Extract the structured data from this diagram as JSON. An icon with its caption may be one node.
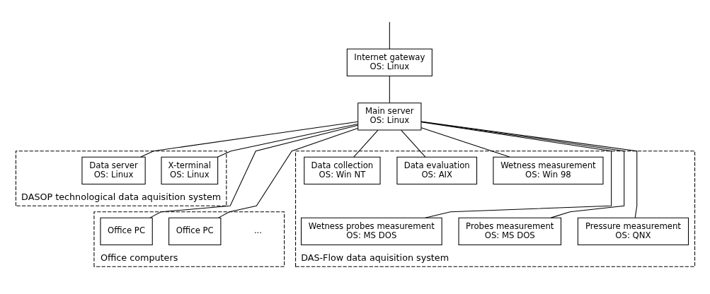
{
  "diagram": {
    "nodes": [
      {
        "text": [
          "DASOP technological data aquisition system"
        ]
      },
      {
        "text": [
          "X-terminal",
          "OS: Linux"
        ],
        "in": 0
      },
      {
        "text": [
          "Data server",
          "OS: Linux"
        ],
        "in": 0
      },
      {
        "text": [
          "Internet gateway",
          "OS: Linux"
        ]
      },
      {
        "text": [
          "Main server",
          "OS: Linux"
        ]
      },
      {
        "text": [
          "Office computers"
        ]
      },
      {
        "text": [
          "Office PC"
        ],
        "in": 5
      },
      {
        "text": [
          "Office PC"
        ],
        "in": 5
      },
      {
        "text": [
          "DAS-Flow data aquisition system"
        ]
      },
      {
        "text": [
          "Data collection",
          "OS: Win NT"
        ],
        "in": 8
      },
      {
        "text": [
          "Data evaluation",
          "OS: AIX"
        ],
        "in": 8
      },
      {
        "text": [
          "Wetness measurement",
          "OS: Win 98"
        ],
        "in": 8
      },
      {
        "text": [
          "Wetness probes measurement",
          "OS: MS DOS"
        ],
        "in": 8
      },
      {
        "text": [
          "Probes measurement",
          "OS: MS DOS"
        ],
        "in": 8
      },
      {
        "text": [
          "Pressure measurement",
          "OS: QNX"
        ],
        "in": 8
      }
    ],
    "edges": [
      {
        "from": null,
        "to": 3,
        "arrow": "none"
      },
      {
        "from": 3,
        "to": 4,
        "arrow": "none"
      },
      {
        "from": 4,
        "to": 1,
        "arrow": "none"
      },
      {
        "from": 4,
        "to": 2,
        "arrow": "none"
      },
      {
        "from": 4,
        "to": 6,
        "arrow": "none"
      },
      {
        "from": 4,
        "to": 7,
        "arrow": "none"
      },
      {
        "from": 4,
        "to": 9,
        "arrow": "none"
      },
      {
        "from": 4,
        "to": 10,
        "arrow": "none"
      },
      {
        "from": 4,
        "to": 11,
        "arrow": "none"
      },
      {
        "from": 4,
        "to": 12,
        "arrow": "none"
      },
      {
        "from": 4,
        "to": 13,
        "arrow": "none"
      },
      {
        "from": 4,
        "to": 14,
        "arrow": "none"
      }
    ],
    "labels": [
      "..."
    ]
  }
}
